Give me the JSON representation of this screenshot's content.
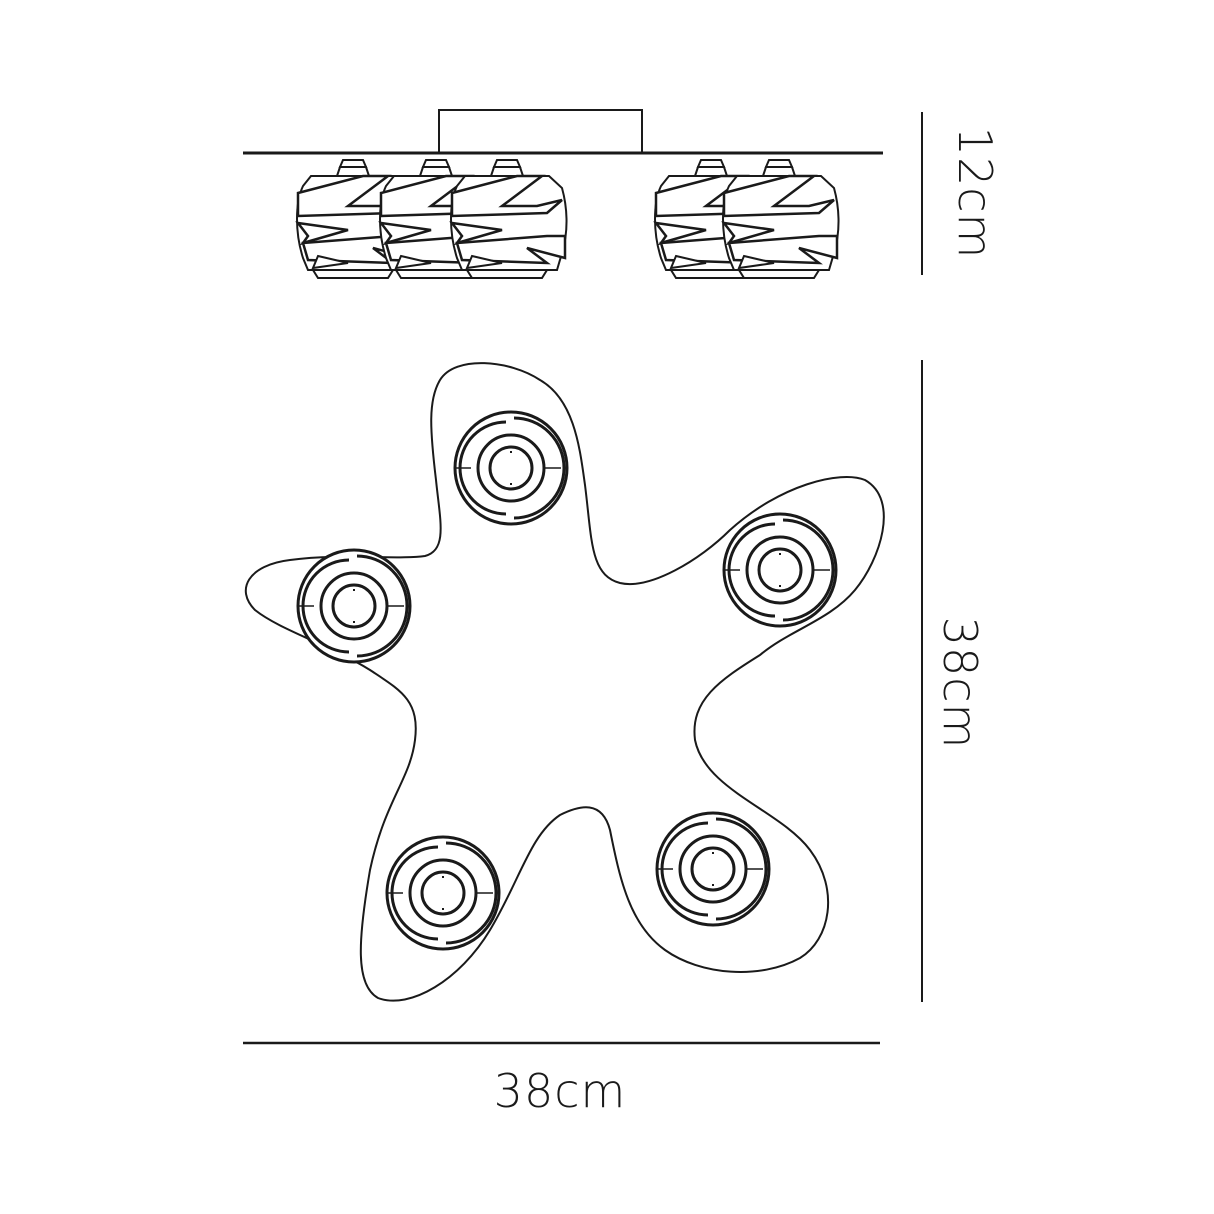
{
  "drawing": {
    "title": "Ceiling light dimension drawing",
    "views": [
      {
        "name": "side-elevation",
        "lamp_count": 5
      },
      {
        "name": "plan-view",
        "shape": "starfish",
        "lamp_count": 5
      }
    ],
    "stroke_color": "#1a1a1a",
    "background": "#ffffff"
  },
  "dimensions": {
    "height": {
      "value": 12,
      "unit": "cm",
      "label": "12cm",
      "orientation": "vertical"
    },
    "depth": {
      "value": 38,
      "unit": "cm",
      "label": "38cm",
      "orientation": "vertical"
    },
    "width": {
      "value": 38,
      "unit": "cm",
      "label": "38cm",
      "orientation": "horizontal"
    }
  }
}
